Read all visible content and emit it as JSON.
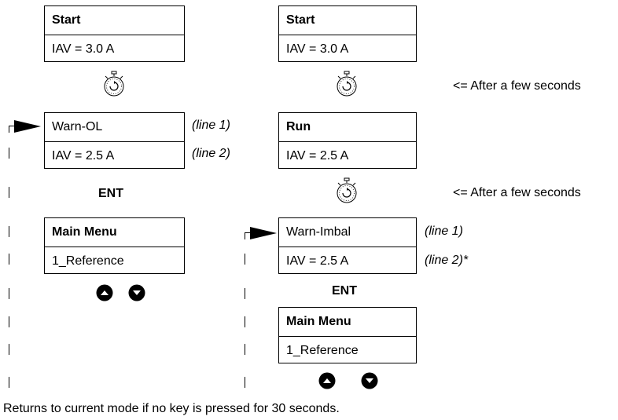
{
  "left_column": {
    "box1": {
      "line1": "Start",
      "line2": "IAV = 3.0 A"
    },
    "box2": {
      "line1": "Warn-OL",
      "line2": "IAV = 2.5 A"
    },
    "box2_notes": {
      "line1": "(line 1)",
      "line2": "(line 2)"
    },
    "ent_label": "ENT",
    "box3": {
      "line1": "Main Menu",
      "line2": "1_Reference"
    },
    "nav_icons": [
      "up-arrow-button-icon",
      "down-arrow-button-icon"
    ]
  },
  "right_column": {
    "box1": {
      "line1": "Start",
      "line2": "IAV = 3.0 A"
    },
    "delay_note_1": "<= After a few seconds",
    "box2": {
      "line1": "Run",
      "line2": "IAV = 2.5 A"
    },
    "delay_note_2": "<= After a few seconds",
    "box3": {
      "line1": "Warn-Imbal",
      "line2": "IAV = 2.5 A"
    },
    "box3_notes": {
      "line1": "(line 1)",
      "line2": "(line 2)*"
    },
    "ent_label": "ENT",
    "box4": {
      "line1": "Main Menu",
      "line2": "1_Reference"
    },
    "nav_icons": [
      "up-arrow-button-icon",
      "down-arrow-button-icon"
    ]
  },
  "icons": {
    "timer": "stopwatch-icon",
    "pointer": "arrow-pointer-icon"
  },
  "footer": "Returns to current mode if no key is pressed for 30 seconds."
}
